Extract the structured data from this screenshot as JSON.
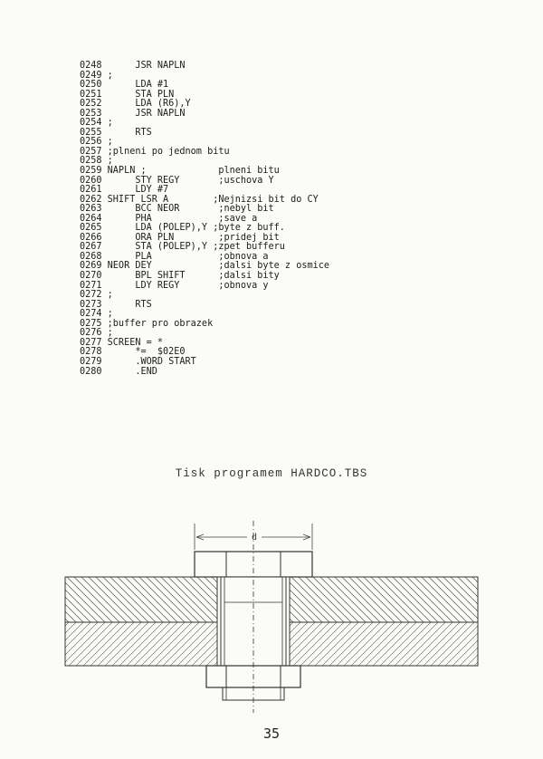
{
  "listing": [
    "0248      JSR NAPLN",
    "0249 ;",
    "0250      LDA #1",
    "0251      STA PLN",
    "0252      LDA (R6),Y",
    "0253      JSR NAPLN",
    "0254 ;",
    "0255      RTS",
    "0256 ;",
    "0257 ;plneni po jednom bitu",
    "0258 ;",
    "0259 NAPLN ;             plneni bitu",
    "0260      STY REGY       ;uschova Y",
    "0261      LDY #7",
    "0262 SHIFT LSR A        ;Nejnizsi bit do CY",
    "0263      BCC NEOR       ;nebyl bit",
    "0264      PHA            ;save a",
    "0265      LDA (POLEP),Y ;byte z buff.",
    "0266      ORA PLN        ;pridej bit",
    "0267      STA (POLEP),Y ;zpet bufferu",
    "0268      PLA            ;obnova a",
    "0269 NEOR DEY            ;dalsi byte z osmice",
    "0270      BPL SHIFT      ;dalsi bity",
    "0271      LDY REGY       ;obnova y",
    "0272 ;",
    "0273      RTS",
    "0274 ;",
    "0275 ;buffer pro obrazek",
    "0276 ;",
    "0277 SCREEN = *",
    "0278      *=  $02E0",
    "0279      .WORD START",
    "0280      .END"
  ],
  "caption": "Tisk programem HARDCO.TBS",
  "dimension_label": "d",
  "page_number": "35",
  "ink_color": "#333333"
}
